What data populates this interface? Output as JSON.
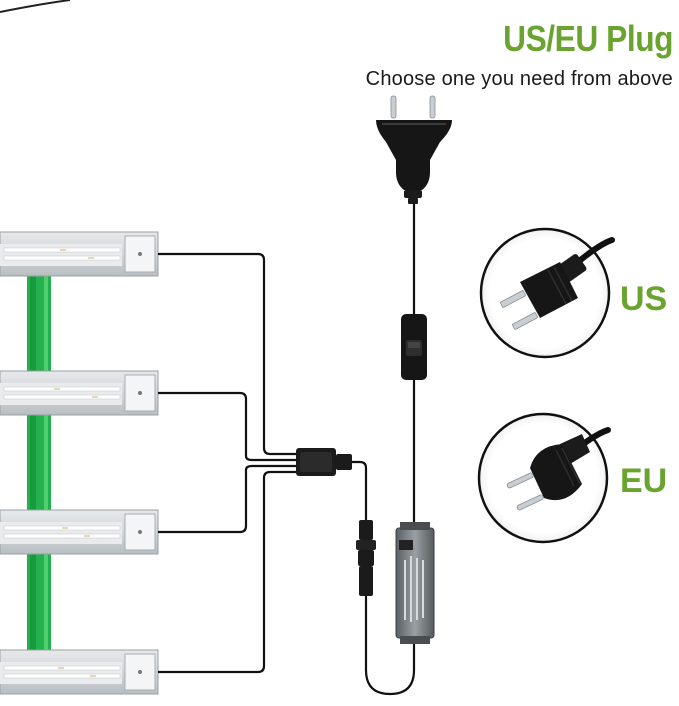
{
  "header": {
    "title": "US/EU Plug",
    "subtitle": "Choose one you need from above"
  },
  "plugs": [
    {
      "label": "US",
      "icon": "us-plug-icon"
    },
    {
      "label": "EU",
      "icon": "eu-plug-icon"
    }
  ],
  "colors": {
    "accent_green": "#6aa32f",
    "cable": "#111111",
    "fixture_bar": "#c9cdd1",
    "stand_green": "#22b14c"
  }
}
